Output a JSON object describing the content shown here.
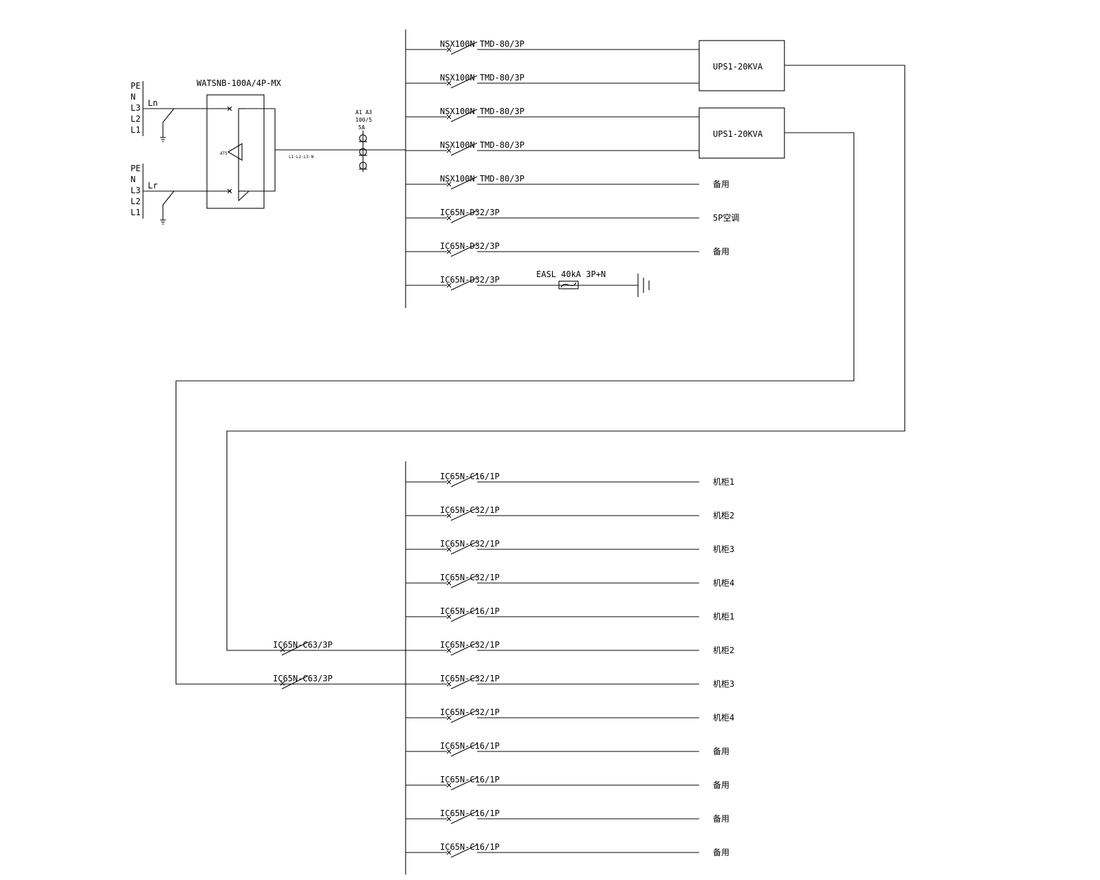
{
  "source": {
    "ats_label": "WATSNB-100A/4P-MX",
    "ats_mid_label": "ATS",
    "feeders": [
      {
        "name": "Ln",
        "phases": [
          "PE",
          "N",
          "L3",
          "L2",
          "L1"
        ]
      },
      {
        "name": "Lr",
        "phases": [
          "PE",
          "N",
          "L3",
          "L2",
          "L1"
        ]
      }
    ],
    "out_cable": "L1·L2·L3·N",
    "ct_text": [
      "A1 A3",
      "100/5",
      "5A"
    ]
  },
  "upper_branches": [
    {
      "breaker": "NSX100N  TMD-80/3P",
      "load": ""
    },
    {
      "breaker": "NSX100N  TMD-80/3P",
      "load": ""
    },
    {
      "breaker": "NSX100N  TMD-80/3P",
      "load": ""
    },
    {
      "breaker": "NSX100N  TMD-80/3P",
      "load": ""
    },
    {
      "breaker": "NSX100N  TMD-80/3P",
      "load": "备用"
    },
    {
      "breaker": "IC65N-D32/3P",
      "load": "5P空调"
    },
    {
      "breaker": "IC65N-D32/3P",
      "load": "备用"
    },
    {
      "breaker": "IC65N-D32/3P",
      "load": ""
    }
  ],
  "ups": [
    "UPS1-20KVA",
    "UPS1-20KVA"
  ],
  "spd_label": "EASL 40kA 3P+N",
  "ups_in_breakers": [
    "IC65N-C63/3P",
    "IC65N-C63/3P"
  ],
  "lower_branches": [
    {
      "breaker": "IC65N-C16/1P",
      "load": "机柜1"
    },
    {
      "breaker": "IC65N-C32/1P",
      "load": "机柜2"
    },
    {
      "breaker": "IC65N-C32/1P",
      "load": "机柜3"
    },
    {
      "breaker": "IC65N-C32/1P",
      "load": "机柜4"
    },
    {
      "breaker": "IC65N-C16/1P",
      "load": "机柜1"
    },
    {
      "breaker": "IC65N-C32/1P",
      "load": "机柜2"
    },
    {
      "breaker": "IC65N-C32/1P",
      "load": "机柜3"
    },
    {
      "breaker": "IC65N-C32/1P",
      "load": "机柜4"
    },
    {
      "breaker": "IC65N-C16/1P",
      "load": "备用"
    },
    {
      "breaker": "IC65N-C16/1P",
      "load": "备用"
    },
    {
      "breaker": "IC65N-C16/1P",
      "load": "备用"
    },
    {
      "breaker": "IC65N-C16/1P",
      "load": "备用"
    }
  ]
}
